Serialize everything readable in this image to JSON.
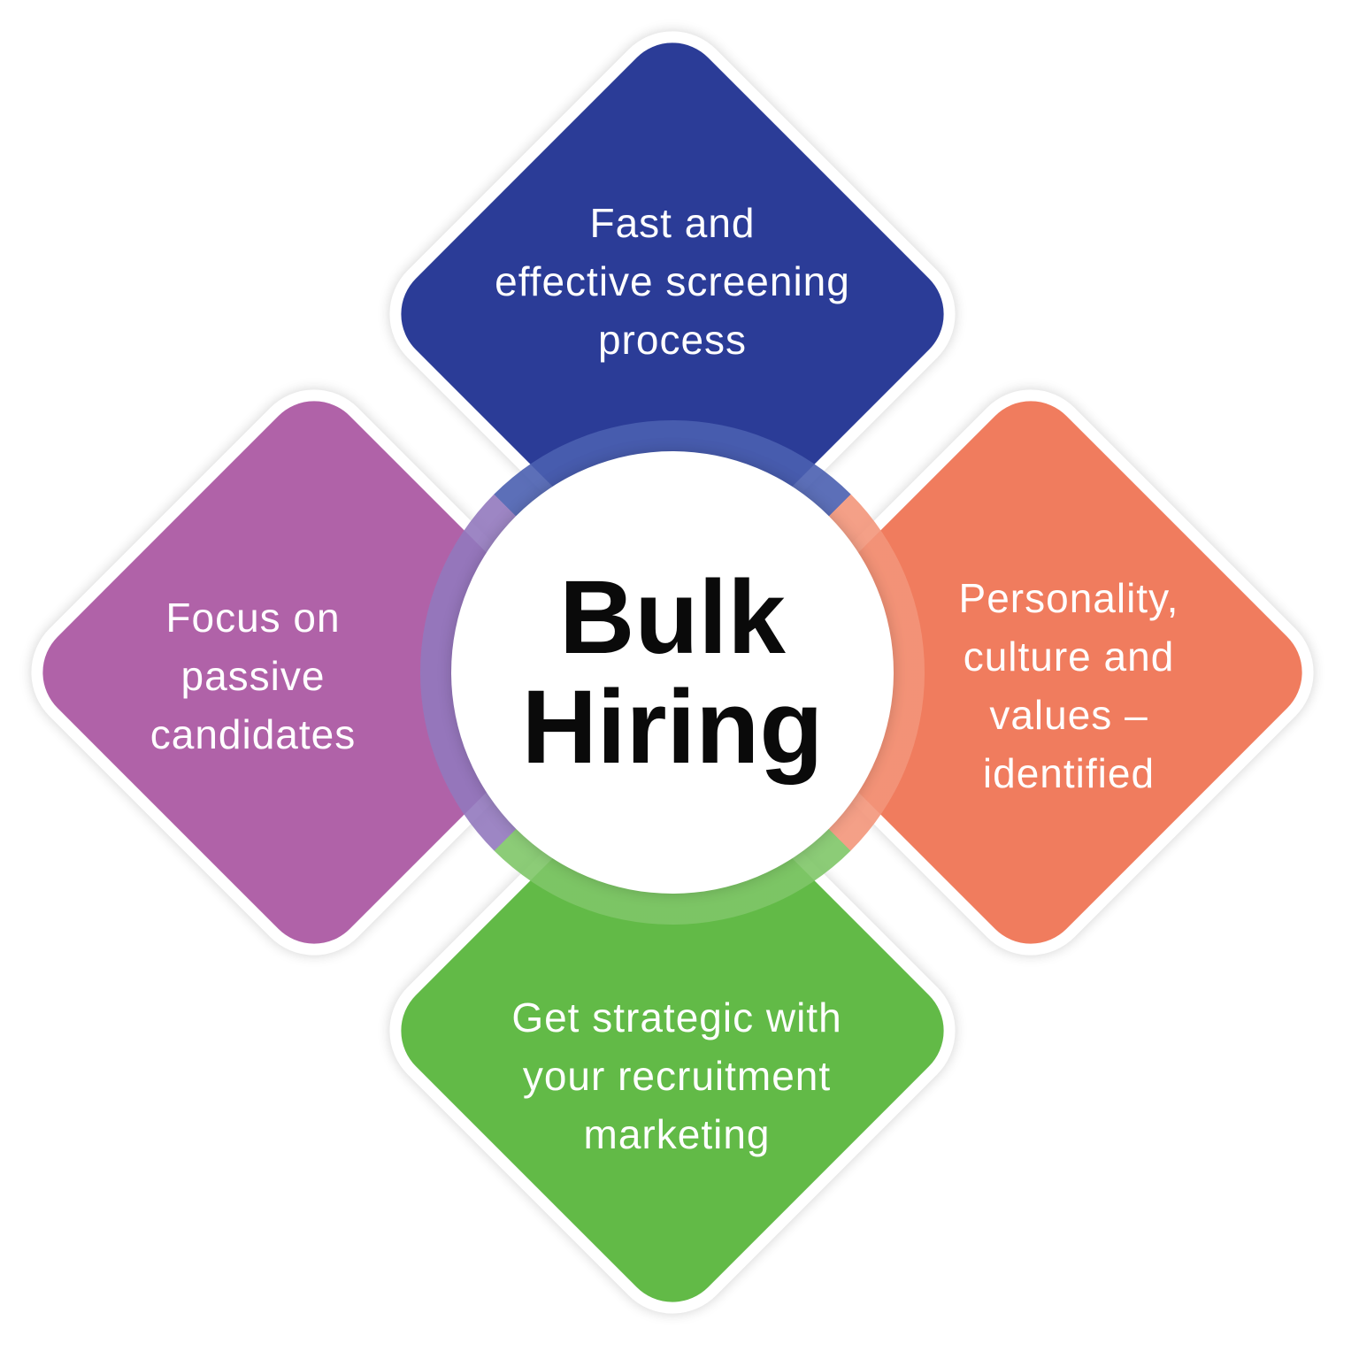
{
  "center": {
    "title": "Bulk\nHiring"
  },
  "items": [
    {
      "label": "Fast and\neffective screening\nprocess",
      "color": "#2B3C97"
    },
    {
      "label": "Personality,\nculture and\nvalues –\nidentified",
      "color": "#F07C5E"
    },
    {
      "label": "Get strategic with\nyour recruitment\nmarketing",
      "color": "#62BA47"
    },
    {
      "label": "Focus on\npassive\ncandidates",
      "color": "#B062A8"
    }
  ]
}
